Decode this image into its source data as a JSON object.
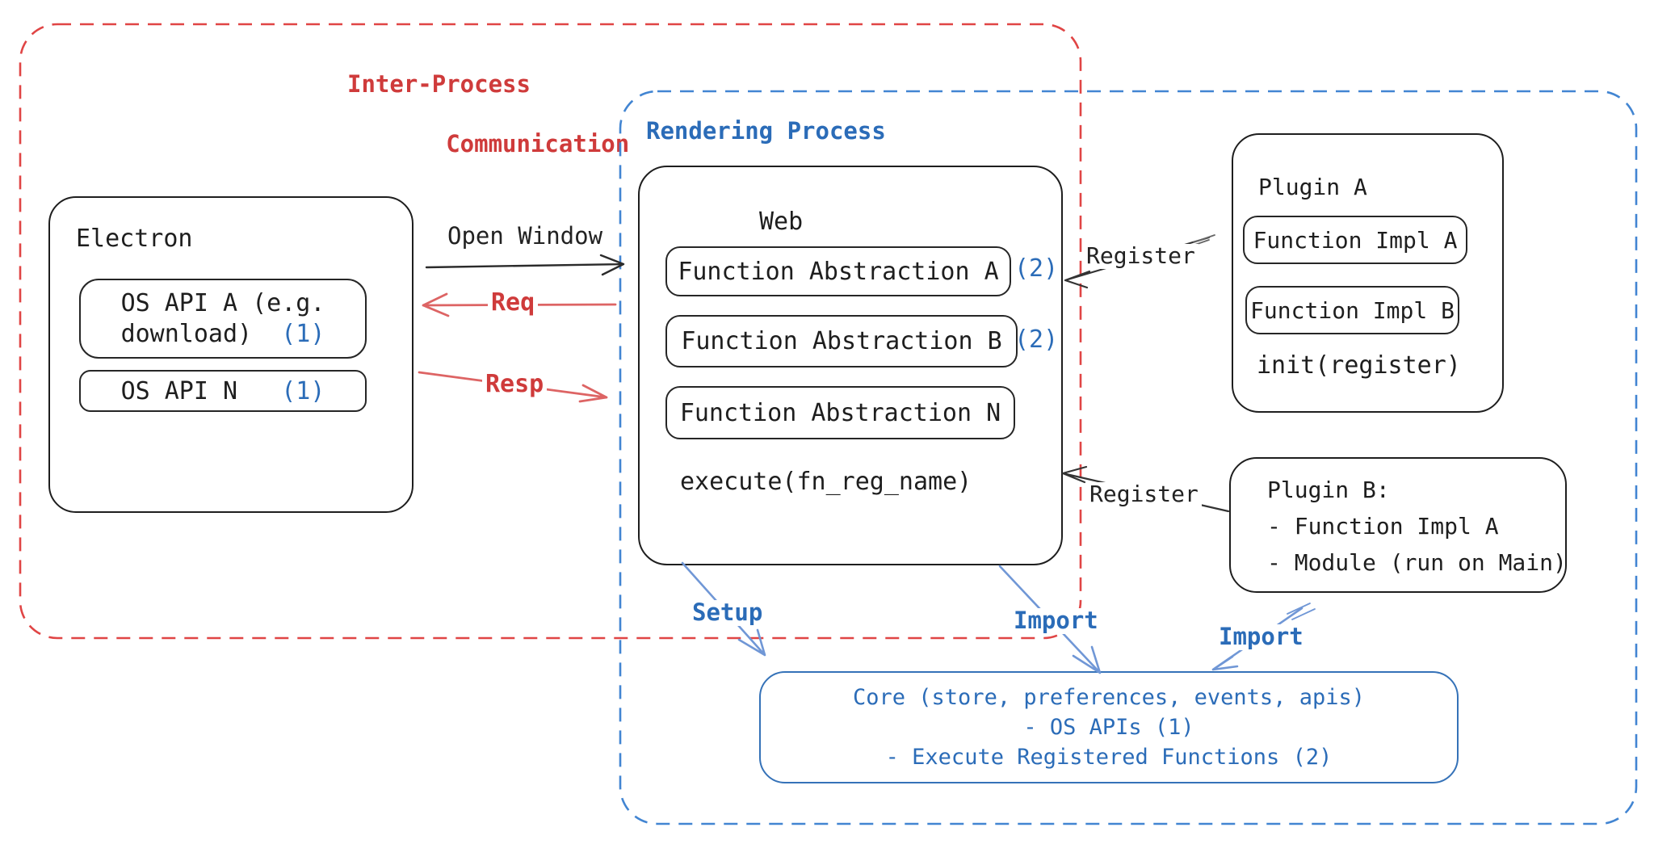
{
  "diagram_title": "Electron plugin architecture diagram",
  "colors": {
    "black": "#1e1e1e",
    "red_text": "#cf3b3b",
    "red_dash": "#e04545",
    "red_arrow": "#dd6464",
    "blue_text": "#2b6cb8",
    "blue_dash": "#4285d2",
    "blue_arrow": "#7097d6"
  },
  "ipc_region": {
    "label_line1": "Inter-Process",
    "label_line2": "Communication"
  },
  "rendering_region": {
    "label": "Rendering Process"
  },
  "electron": {
    "title": "Electron",
    "os_api_a_line1": "OS API A (e.g.",
    "os_api_a_line2": "download)",
    "os_api_a_badge": "(1)",
    "os_api_n_label": "OS API N",
    "os_api_n_badge": "(1)"
  },
  "web": {
    "title": "Web",
    "fa_a": "Function Abstraction A",
    "fa_a_badge": "(2)",
    "fa_b": "Function Abstraction B",
    "fa_b_badge": "(2)",
    "fa_n": "Function Abstraction N",
    "execute": "execute(fn_reg_name)"
  },
  "plugin_a": {
    "title": "Plugin A",
    "impl_a": "Function Impl A",
    "impl_b": "Function Impl B",
    "init": "init(register)"
  },
  "plugin_b": {
    "line1": "Plugin B:",
    "line2": "- Function Impl A",
    "line3": "- Module (run on Main)"
  },
  "core": {
    "line1": "Core (store, preferences, events, apis)",
    "line2": "- OS APIs (1)",
    "line3": "- Execute Registered Functions (2)"
  },
  "arrows": {
    "open_window": "Open Window",
    "req": "Req",
    "resp": "Resp",
    "register_a": "Register",
    "register_b": "Register",
    "setup": "Setup",
    "import_web": "Import",
    "import_plugin": "Import"
  }
}
